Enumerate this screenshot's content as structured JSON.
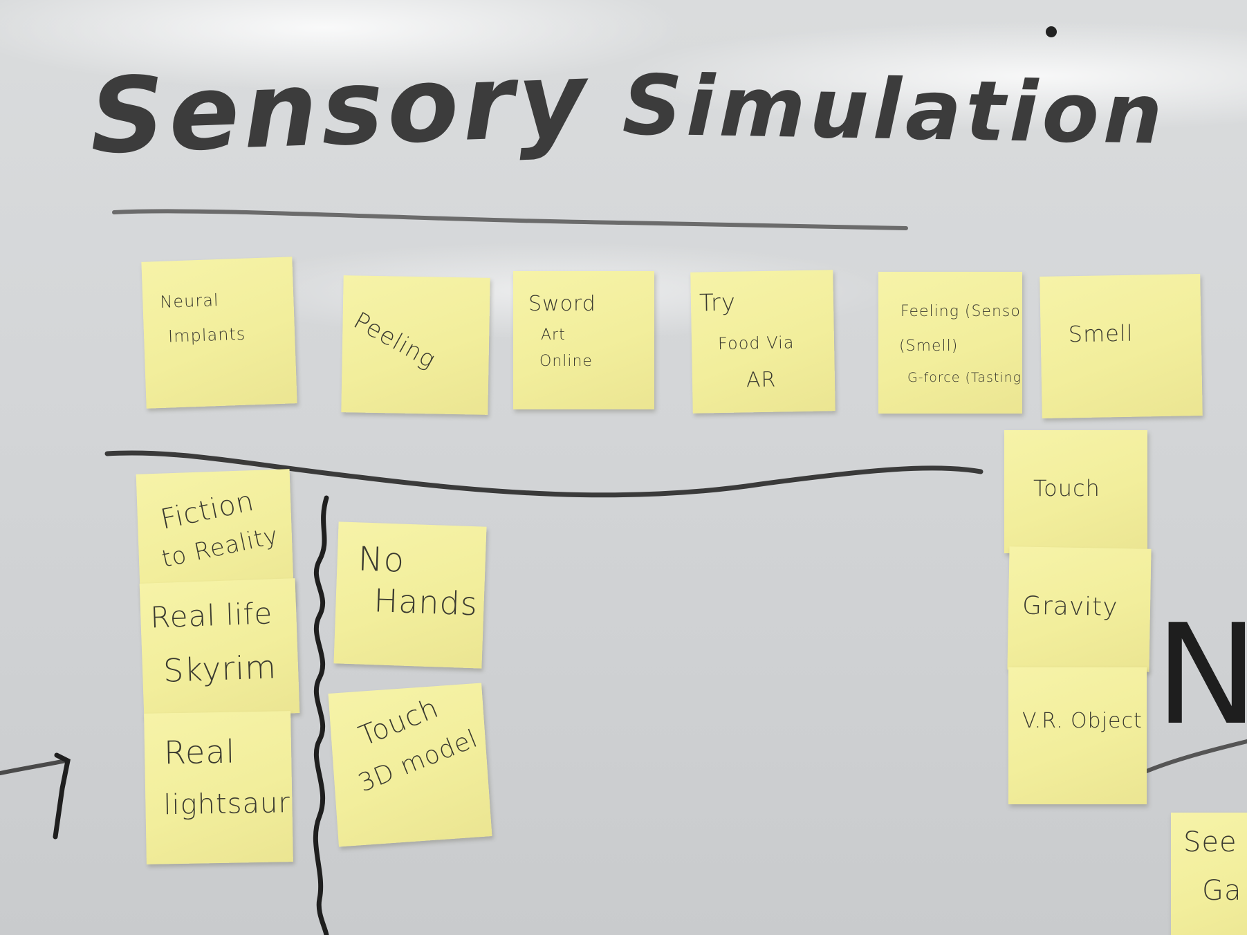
{
  "title": {
    "word1": "Sensory",
    "word2": "Simulation"
  },
  "top_row_notes": [
    {
      "lines": [
        "Neural",
        "Implants"
      ]
    },
    {
      "lines": [
        "Peeling"
      ]
    },
    {
      "lines": [
        "Sword",
        "Art",
        "Online"
      ]
    },
    {
      "lines": [
        "Try",
        "Food Via",
        "AR"
      ]
    },
    {
      "lines": [
        "Feeling (Sensor)",
        "(Smell)",
        "G-force (Tasting)"
      ]
    },
    {
      "lines": [
        "Smell"
      ]
    }
  ],
  "left_column_notes": [
    {
      "lines": [
        "Fiction",
        "to Reality"
      ]
    },
    {
      "lines": [
        "Real life",
        "Skyrim"
      ]
    },
    {
      "lines": [
        "Real",
        "lightsaurs"
      ]
    }
  ],
  "middle_column_notes": [
    {
      "lines": [
        "No",
        "Hands"
      ]
    },
    {
      "lines": [
        "Touch",
        "3D model"
      ]
    }
  ],
  "right_column_notes": [
    {
      "lines": [
        "Touch"
      ]
    },
    {
      "lines": [
        "Gravity"
      ]
    },
    {
      "lines": [
        "V.R. Object"
      ]
    }
  ],
  "edge_partial": {
    "big_letters": "No",
    "corner_note_lines": [
      "See",
      "Ga"
    ]
  },
  "colors": {
    "sticky_note": "#f2ee9c",
    "marker_black": "#2a2a2a",
    "marker_grey": "#6a6a6a"
  }
}
